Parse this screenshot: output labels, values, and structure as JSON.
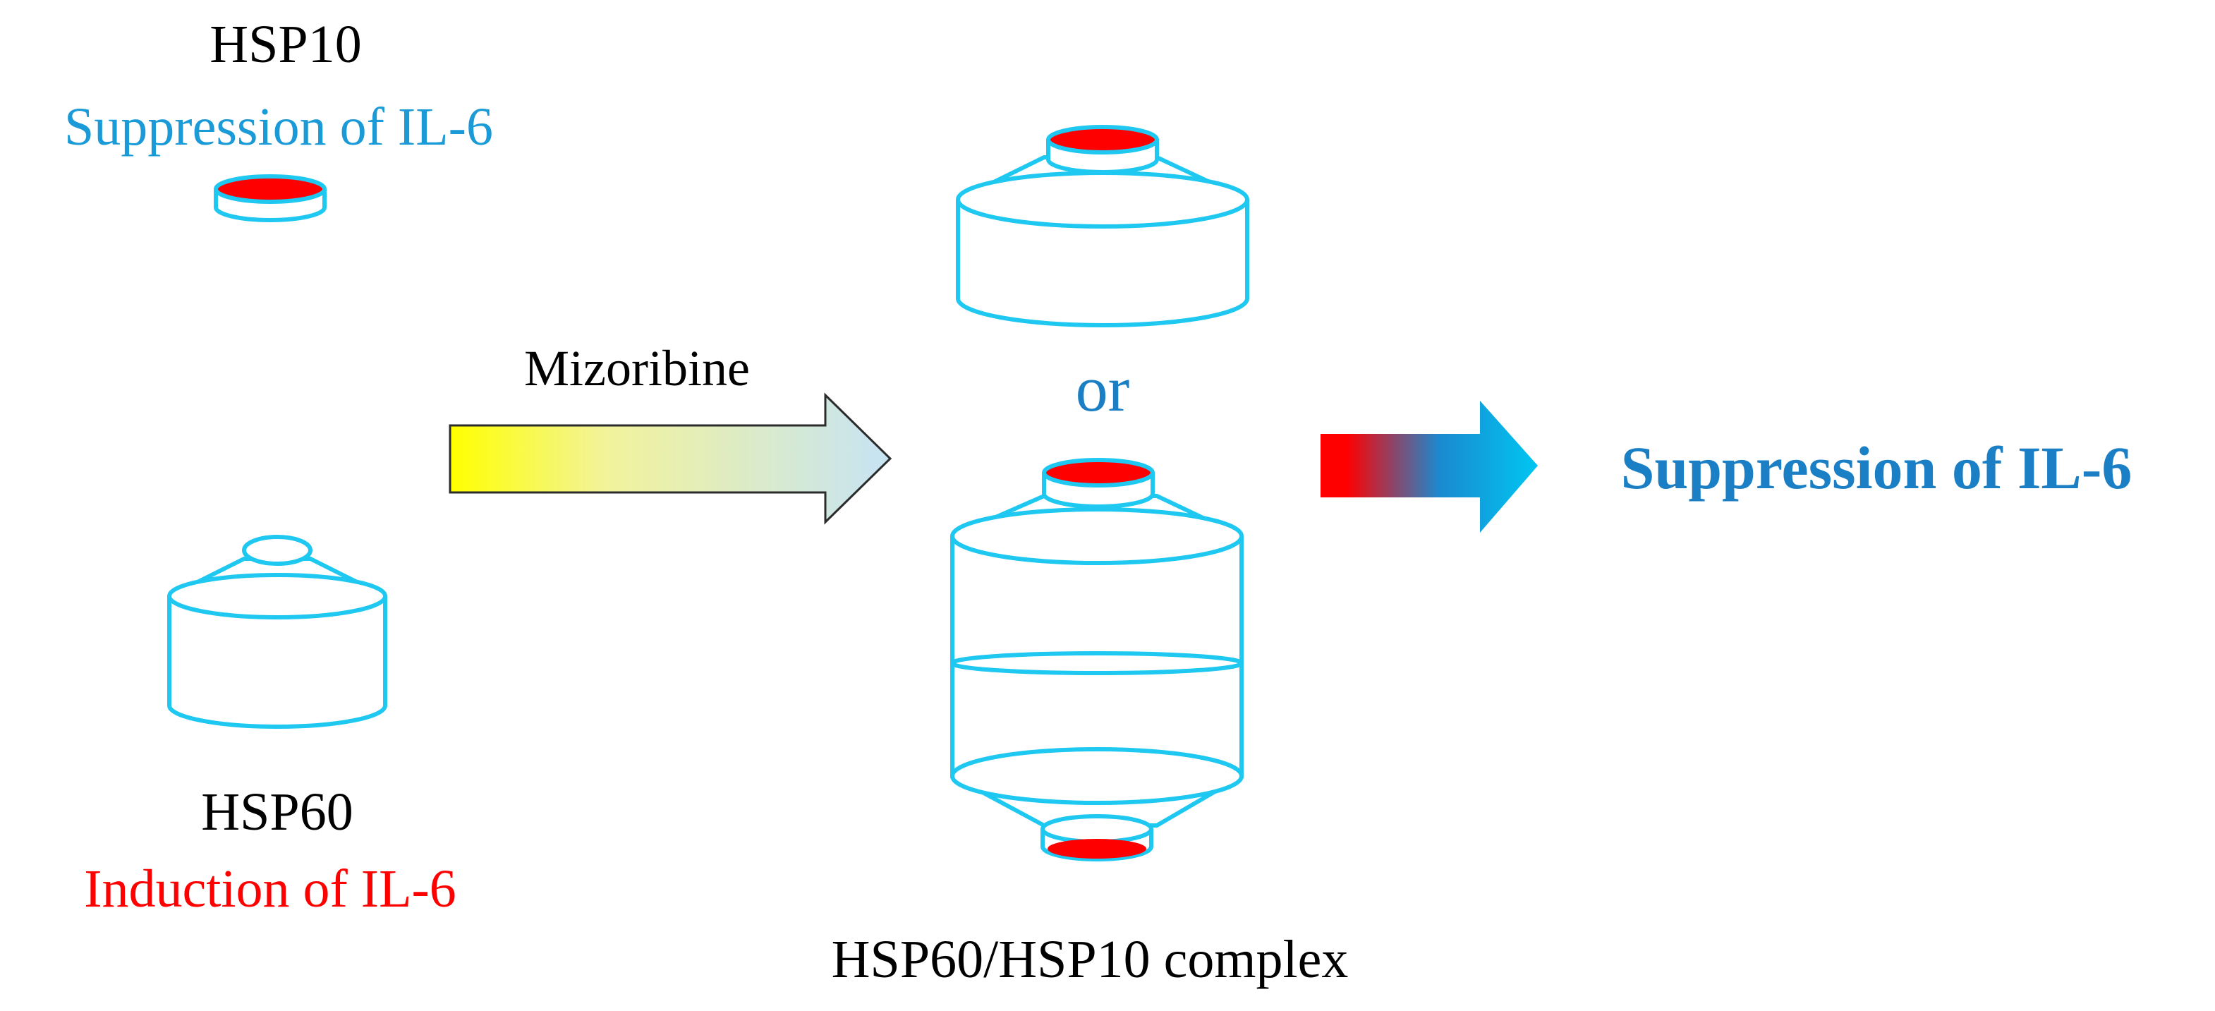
{
  "hsp10": {
    "name": "HSP10",
    "effect": "Suppression of IL-6"
  },
  "hsp60": {
    "name": "HSP60",
    "effect": "Induction of IL-6"
  },
  "treatment": {
    "label": "Mizoribine"
  },
  "complex": {
    "or_label": "or",
    "caption": "HSP60/HSP10 complex"
  },
  "result": {
    "label": "Suppression of IL-6"
  },
  "colors": {
    "outline": "#1ec8f0",
    "cap": "#ff0000",
    "suppression_text": "#1a9ad6",
    "induction_text": "#ff0000",
    "result_text": "#1a7fc4",
    "black_text": "#000000",
    "arrow1_start": "#ffff00",
    "arrow1_end": "#c6e3f4",
    "arrow2_start": "#ff0000",
    "arrow2_end": "#00c6f2"
  },
  "icons": [
    "hsp10-disc-icon",
    "hsp60-barrel-icon",
    "complex-bullet-icon",
    "complex-football-icon",
    "mizoribine-arrow-icon",
    "result-arrow-icon"
  ]
}
